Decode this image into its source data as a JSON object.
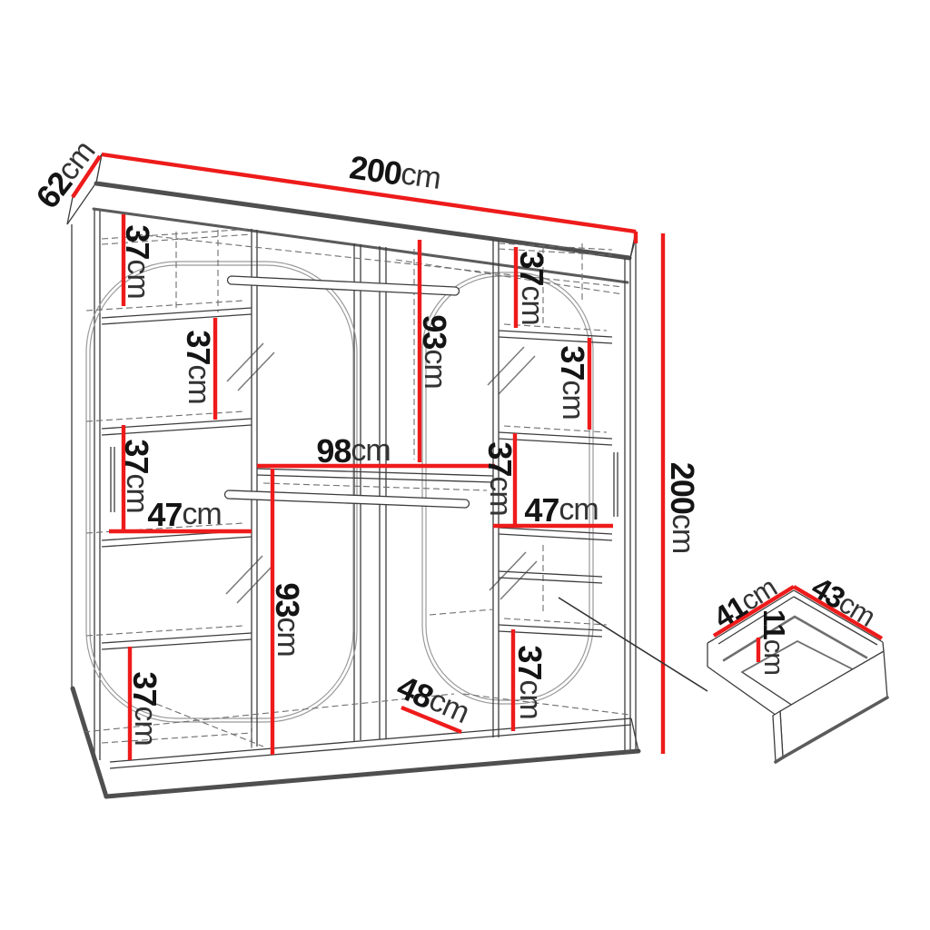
{
  "meta": {
    "diagram_type": "furniture dimension drawing",
    "subject": "two-door sliding wardrobe front view with separate drawer detail",
    "unit": "cm"
  },
  "colors": {
    "dimension_red": "#ee1b1b",
    "drawing_line": "#3d3d3d",
    "light_line": "#9a9a9a",
    "background": "#ffffff"
  },
  "dims": {
    "width": {
      "num": "200",
      "unit": "cm"
    },
    "depth": {
      "num": "62",
      "unit": "cm"
    },
    "height": {
      "num": "200",
      "unit": "cm"
    },
    "left_gap_1": {
      "num": "37",
      "unit": "cm"
    },
    "left_gap_2": {
      "num": "37",
      "unit": "cm"
    },
    "left_gap_3": {
      "num": "37",
      "unit": "cm"
    },
    "left_gap_4": {
      "num": "37",
      "unit": "cm"
    },
    "left_col_width": {
      "num": "47",
      "unit": "cm"
    },
    "mid_width": {
      "num": "98",
      "unit": "cm"
    },
    "mid_height_left": {
      "num": "93",
      "unit": "cm"
    },
    "mid_height_right": {
      "num": "93",
      "unit": "cm"
    },
    "bottom_depth": {
      "num": "48",
      "unit": "cm"
    },
    "right_gap_1": {
      "num": "37",
      "unit": "cm"
    },
    "right_gap_2": {
      "num": "37",
      "unit": "cm"
    },
    "right_gap_3": {
      "num": "37",
      "unit": "cm"
    },
    "right_gap_4": {
      "num": "37",
      "unit": "cm"
    },
    "right_col_width": {
      "num": "47",
      "unit": "cm"
    },
    "drawer_width": {
      "num": "41",
      "unit": "cm"
    },
    "drawer_depth": {
      "num": "43",
      "unit": "cm"
    },
    "drawer_height": {
      "num": "11",
      "unit": "cm"
    }
  }
}
